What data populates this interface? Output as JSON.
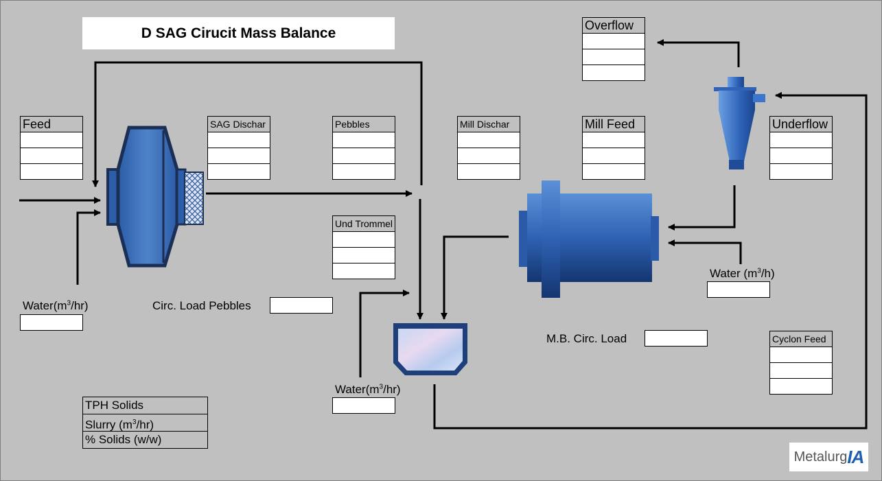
{
  "title": "D SAG Cirucit Mass Balance",
  "streams": {
    "feed": "Feed",
    "sag_dischar": "SAG Dischar",
    "pebbles": "Pebbles",
    "mill_dischar": "Mill Dischar",
    "mill_feed": "Mill Feed",
    "underflow": "Underflow",
    "overflow": "Overflow",
    "und_trommel": "Und Trommel",
    "cyclon_feed": "Cyclon Feed"
  },
  "labels": {
    "water_sag": "Water(m",
    "water_sag_unit": "/hr)",
    "water_sump": "Water(m",
    "water_sump_unit": "/hr)",
    "water_mill": "Water (m",
    "water_mill_unit": "/h)",
    "sup3": "3",
    "circ_load_pebbles": "Circ. Load Pebbles",
    "mb_circ_load": "M.B. Circ. Load"
  },
  "legend": {
    "tph": "TPH Solids",
    "slurry": "Slurry (m",
    "slurry_unit": "/hr)",
    "solids": "% Solids (w/w)"
  },
  "logo": {
    "text1": "Metalurg",
    "text2": "IA"
  },
  "colors": {
    "equipment": "#3d6fb6",
    "equipment_dark": "#1f3f7a",
    "background": "#c0c0c0"
  }
}
